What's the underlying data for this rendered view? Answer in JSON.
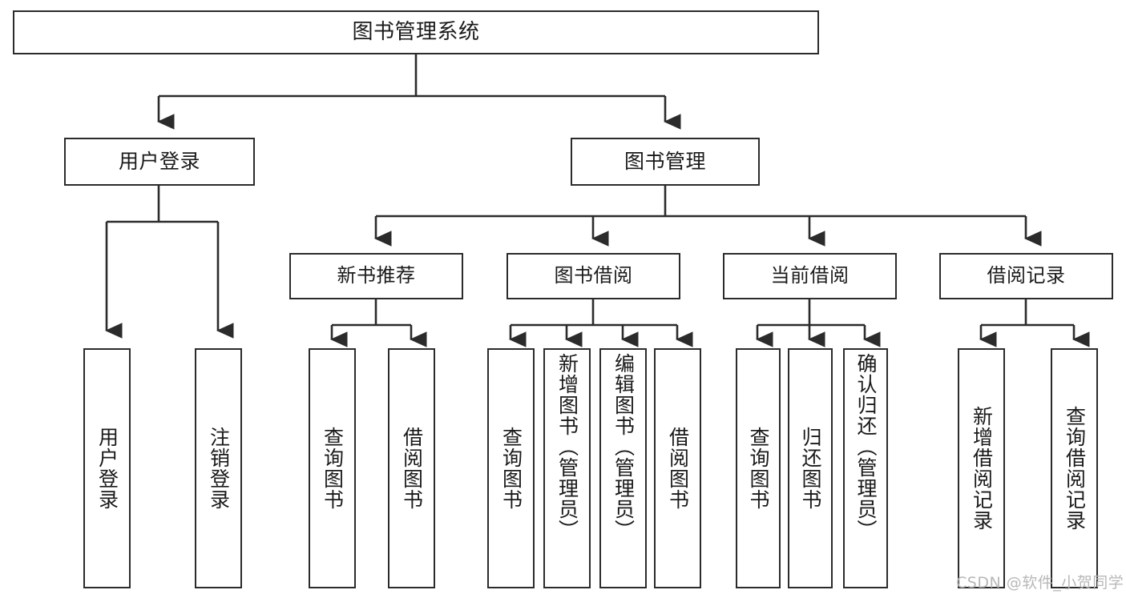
{
  "diagram": {
    "title": "图书管理系统",
    "type": "tree-structure-chart",
    "watermark": "CSDN @软件_小贺同学",
    "colors": {
      "stroke": "#2b2b2b",
      "fill": "#ffffff",
      "text": "#1a1a1a",
      "watermark": "#b8b8b8"
    },
    "nodes": {
      "root": "图书管理系统",
      "level2": [
        "用户登录",
        "图书管理"
      ],
      "level3": [
        "新书推荐",
        "图书借阅",
        "当前借阅",
        "借阅记录"
      ],
      "leaves": {
        "user_login": [
          "用户登录",
          "注销登录"
        ],
        "new_book_recommend": [
          "查询图书",
          "借阅图书"
        ],
        "book_borrow": [
          "查询图书",
          "新增图书（管理员）",
          "编辑图书（管理员）",
          "借阅图书"
        ],
        "current_borrow": [
          "查询图书",
          "归还图书",
          "确认归还（管理员）"
        ],
        "borrow_record": [
          "新增借阅记录",
          "查询借阅记录"
        ]
      }
    }
  }
}
